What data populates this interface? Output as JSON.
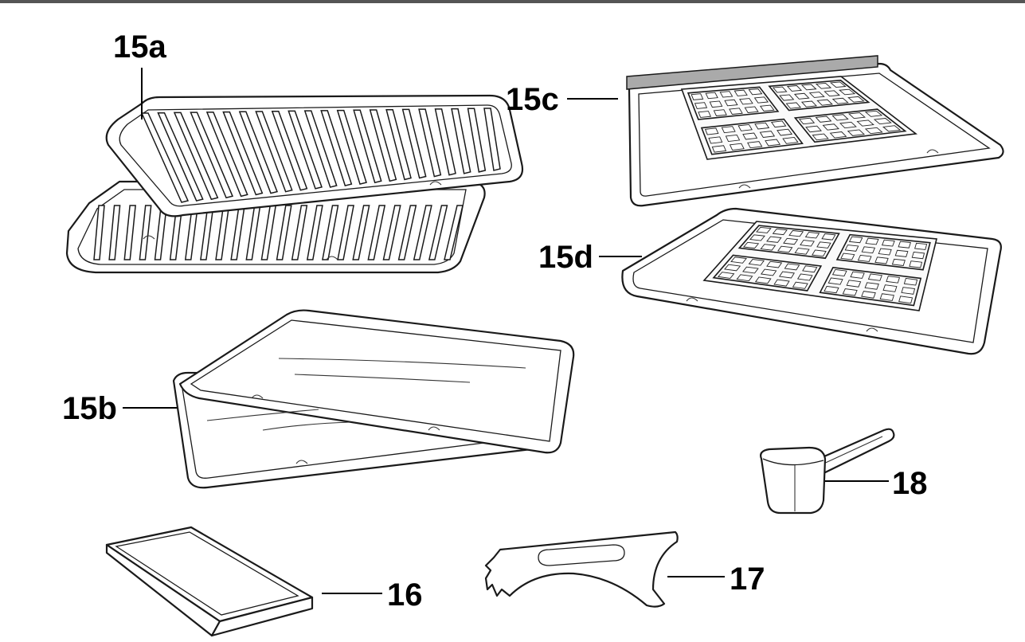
{
  "labels": {
    "p15a": "15a",
    "p15b": "15b",
    "p15c": "15c",
    "p15d": "15d",
    "p16": "16",
    "p17": "17",
    "p18": "18"
  },
  "colors": {
    "line": "#1a1a1a",
    "header_rule": "#555555",
    "grease_strip": "#aaaaaa"
  }
}
